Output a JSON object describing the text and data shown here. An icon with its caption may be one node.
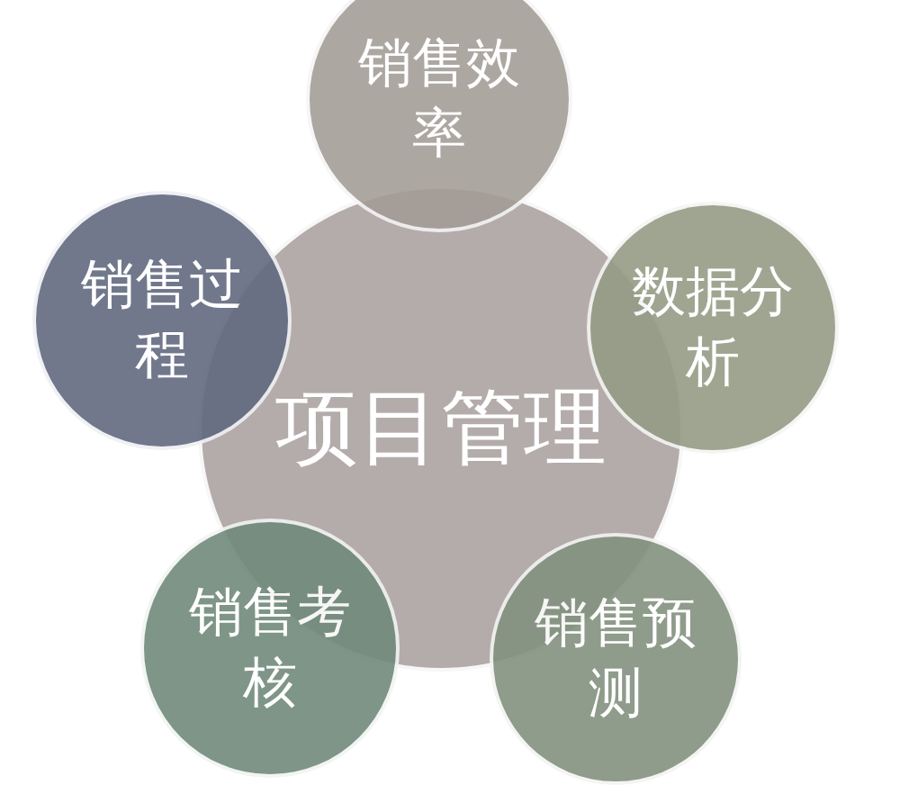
{
  "diagram": {
    "nodes": [
      {
        "text": [
          "项目管理"
        ]
      },
      {
        "text": [
          "销售效率"
        ]
      },
      {
        "text": [
          "数据分析"
        ]
      },
      {
        "text": [
          "销售预测"
        ]
      },
      {
        "text": [
          "销售考核"
        ]
      },
      {
        "text": [
          "销售过程"
        ]
      }
    ]
  }
}
